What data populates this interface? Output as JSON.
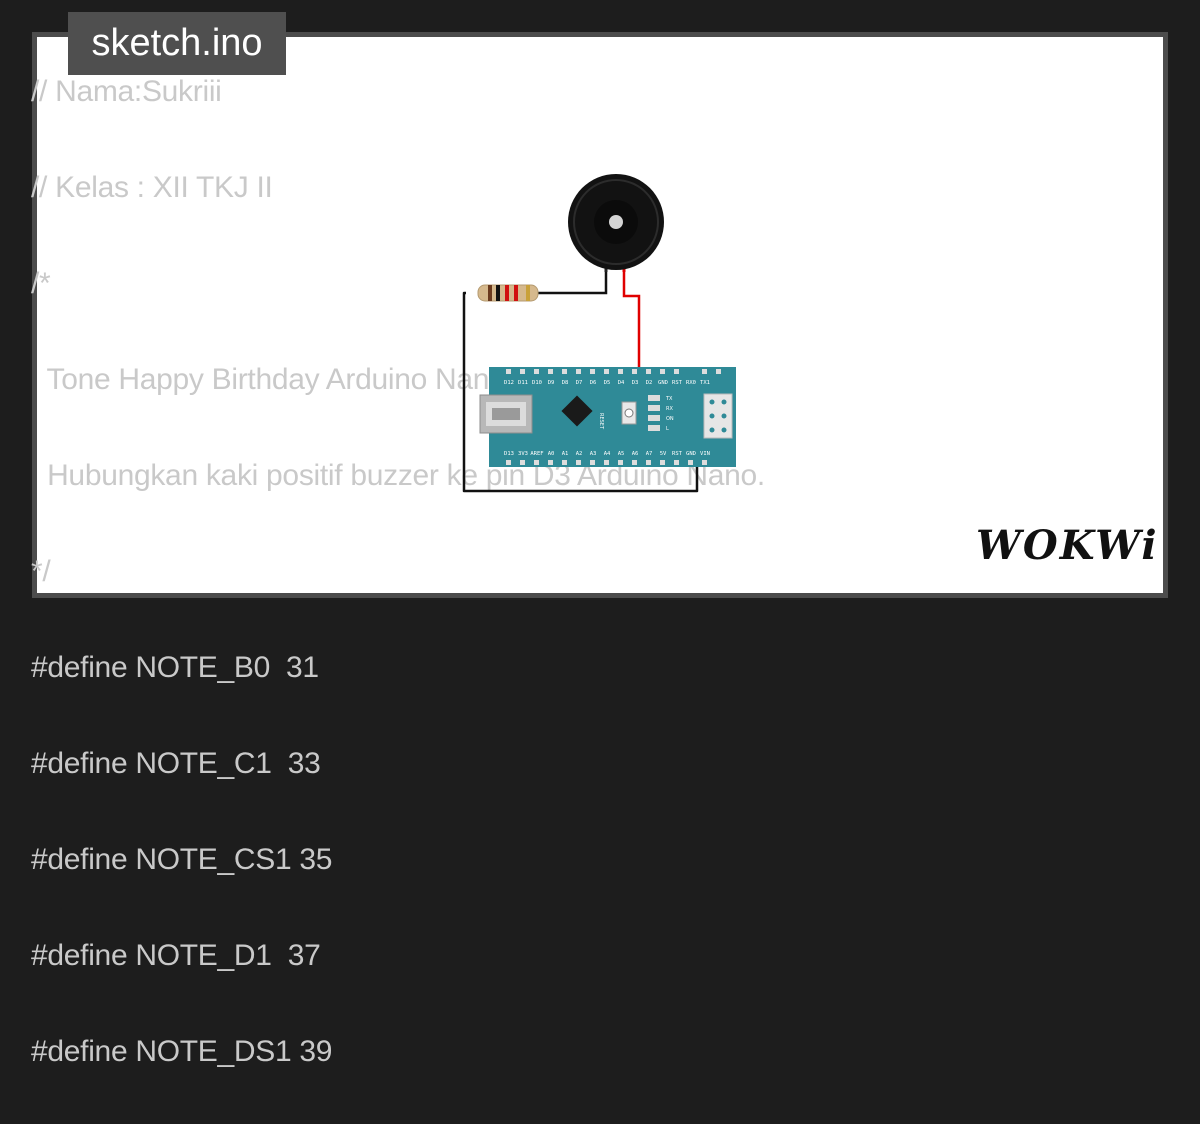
{
  "file": {
    "name": "sketch.ino"
  },
  "code": {
    "lines": [
      "// Nama:Sukriii",
      "// Kelas : XII TKJ II",
      "/*",
      "  Tone Happy Birthday Arduino Nano.",
      "  Hubungkan kaki positif buzzer ke pin D3 Arduino Nano.",
      "*/",
      "#define NOTE_B0  31",
      "#define NOTE_C1  33",
      "#define NOTE_CS1 35",
      "#define NOTE_D1  37",
      "#define NOTE_DS1 39"
    ]
  },
  "board": {
    "top_pins": [
      "D12",
      "D11",
      "D10",
      "D9",
      "D8",
      "D7",
      "D6",
      "D5",
      "D4",
      "D3",
      "D2",
      "GND",
      "RST",
      "RX0",
      "TX1"
    ],
    "bottom_pins": [
      "D13",
      "3V3",
      "AREF",
      "A0",
      "A1",
      "A2",
      "A3",
      "A4",
      "A5",
      "A6",
      "A7",
      "5V",
      "RST",
      "GND",
      "VIN"
    ],
    "reset_label": "RESET",
    "led_labels": [
      "TX",
      "RX",
      "ON",
      "L"
    ]
  },
  "brand": {
    "logo": "WOKWi"
  },
  "colors": {
    "board": "#2f8a97",
    "wire_positive": "#e00000",
    "wire_ground": "#111111",
    "code_text": "#c9c9c9"
  }
}
